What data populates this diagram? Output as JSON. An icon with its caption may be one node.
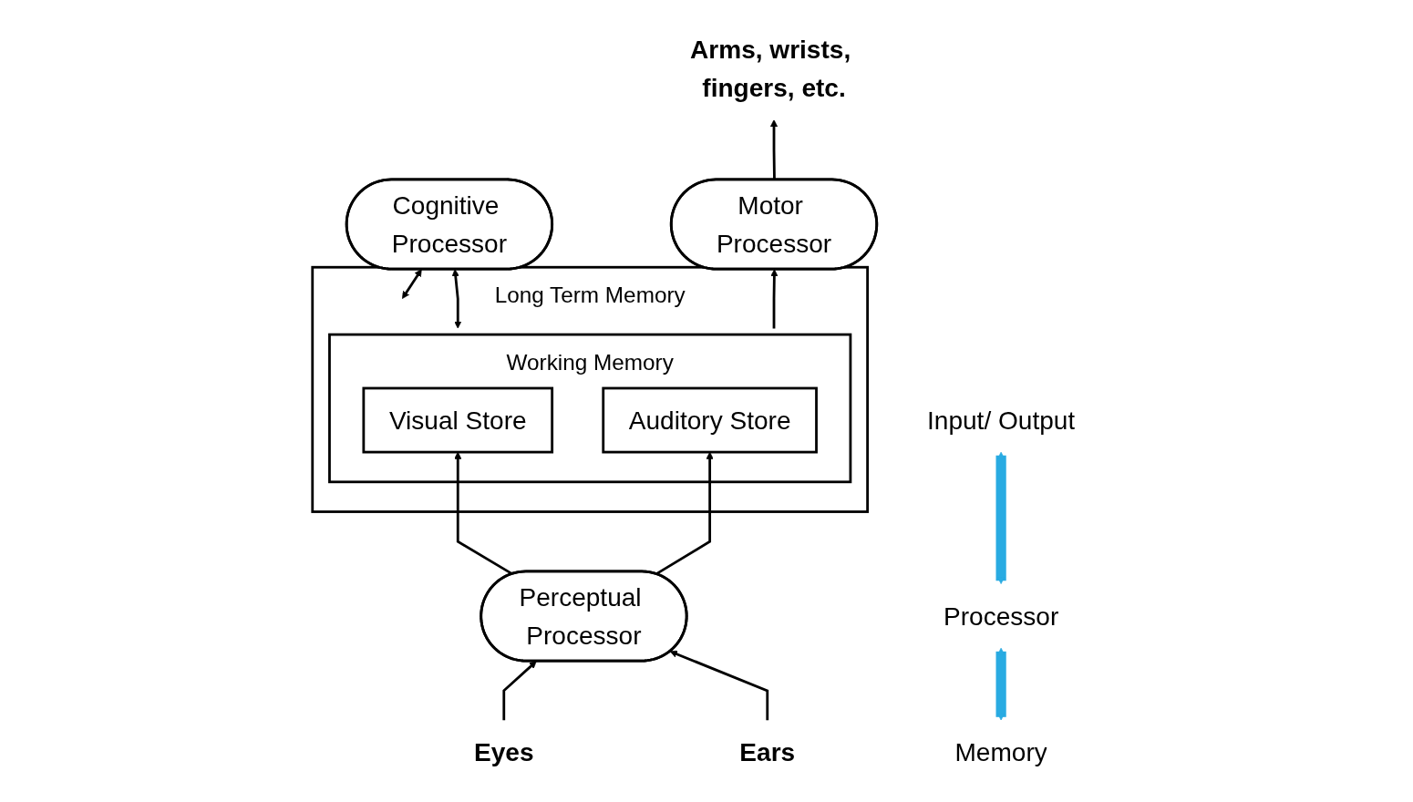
{
  "diagram": {
    "nodes": [
      {
        "text": [
          "Long Term Memory"
        ]
      },
      {
        "text": [
          "Working Memory"
        ],
        "in": 0
      },
      {
        "text": [
          "Visual Store"
        ],
        "in": 1
      },
      {
        "text": [
          "Auditory Store"
        ],
        "in": 1
      },
      {
        "text": [
          "Perceptual Processor"
        ]
      },
      {
        "text": [
          "Cognitive Processor"
        ]
      },
      {
        "text": [
          "Motor Processor"
        ]
      },
      {
        "text": [
          "Eyes"
        ]
      },
      {
        "text": [
          "Ears"
        ]
      },
      {
        "text": [
          "Arms, wrists, fingers, etc."
        ]
      },
      {
        "text": [
          "Memory"
        ]
      },
      {
        "text": [
          "Processor"
        ]
      },
      {
        "text": [
          "Input/ Output"
        ]
      }
    ],
    "edges": [
      {
        "from": 4,
        "to": 2,
        "arrow": "to"
      },
      {
        "from": 4,
        "to": 3,
        "arrow": "to"
      },
      {
        "from": 0,
        "to": 5,
        "arrow": "both"
      },
      {
        "from": 1,
        "to": 5,
        "arrow": "both"
      },
      {
        "from": 1,
        "to": 6,
        "arrow": "to"
      },
      {
        "from": 7,
        "to": 4,
        "arrow": "to"
      },
      {
        "from": 8,
        "to": 4,
        "arrow": "to"
      },
      {
        "from": 6,
        "to": 9,
        "arrow": "to"
      },
      {
        "from": 10,
        "to": 11,
        "arrow": "both",
        "style": "thick",
        "color": "#29abe2"
      },
      {
        "from": 11,
        "to": 12,
        "arrow": "both",
        "style": "thick",
        "color": "#29abe2"
      }
    ]
  }
}
